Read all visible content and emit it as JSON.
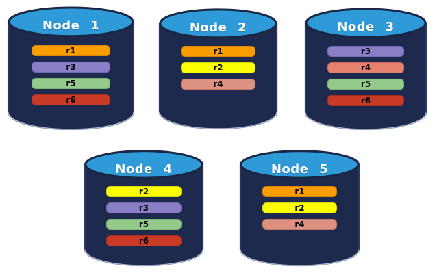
{
  "palette": {
    "cylinder_body": "#1E2A4D",
    "cylinder_outline": "#2C3B66",
    "cylinder_bottom_line": "#A9B7CF",
    "cylinder_top": "#2F9AD8",
    "cylinder_top_outline": "#192644",
    "node_title_color": "#FFFFFF",
    "replica_text_color": "#000000",
    "background": "#FFFFFF"
  },
  "nodes": [
    {
      "label": "Node 1",
      "replicas": [
        {
          "label": "r1",
          "color": "#FA9E00",
          "border": "#D98800"
        },
        {
          "label": "r3",
          "color": "#8A7EC6",
          "border": "#7669B3"
        },
        {
          "label": "r5",
          "color": "#93C98A",
          "border": "#7CB873"
        },
        {
          "label": "r6",
          "color": "#C93A27",
          "border": "#AA2D1C"
        }
      ]
    },
    {
      "label": "Node 2",
      "replicas": [
        {
          "label": "r1",
          "color": "#FA9E00",
          "border": "#D98800"
        },
        {
          "label": "r2",
          "color": "#FBFF00",
          "border": "#D8D600"
        },
        {
          "label": "r4",
          "color": "#DD9180",
          "border": "#C57A67"
        }
      ]
    },
    {
      "label": "Node 3",
      "replicas": [
        {
          "label": "r3",
          "color": "#8A7EC6",
          "border": "#7669B3"
        },
        {
          "label": "r4",
          "color": "#E5816E",
          "border": "#CC6C59"
        },
        {
          "label": "r5",
          "color": "#93C98A",
          "border": "#7CB873"
        },
        {
          "label": "r6",
          "color": "#C93A27",
          "border": "#AA2D1C"
        }
      ]
    },
    {
      "label": "Node 4",
      "replicas": [
        {
          "label": "r2",
          "color": "#FBFF00",
          "border": "#D8D600"
        },
        {
          "label": "r3",
          "color": "#8A7EC6",
          "border": "#7669B3"
        },
        {
          "label": "r5",
          "color": "#93C98A",
          "border": "#7CB873"
        },
        {
          "label": "r6",
          "color": "#C93A27",
          "border": "#AA2D1C"
        }
      ]
    },
    {
      "label": "Node 5",
      "replicas": [
        {
          "label": "r1",
          "color": "#FA9E00",
          "border": "#D98800"
        },
        {
          "label": "r2",
          "color": "#FBFF00",
          "border": "#D8D600"
        },
        {
          "label": "r4",
          "color": "#DD9180",
          "border": "#C57A67"
        }
      ]
    }
  ]
}
